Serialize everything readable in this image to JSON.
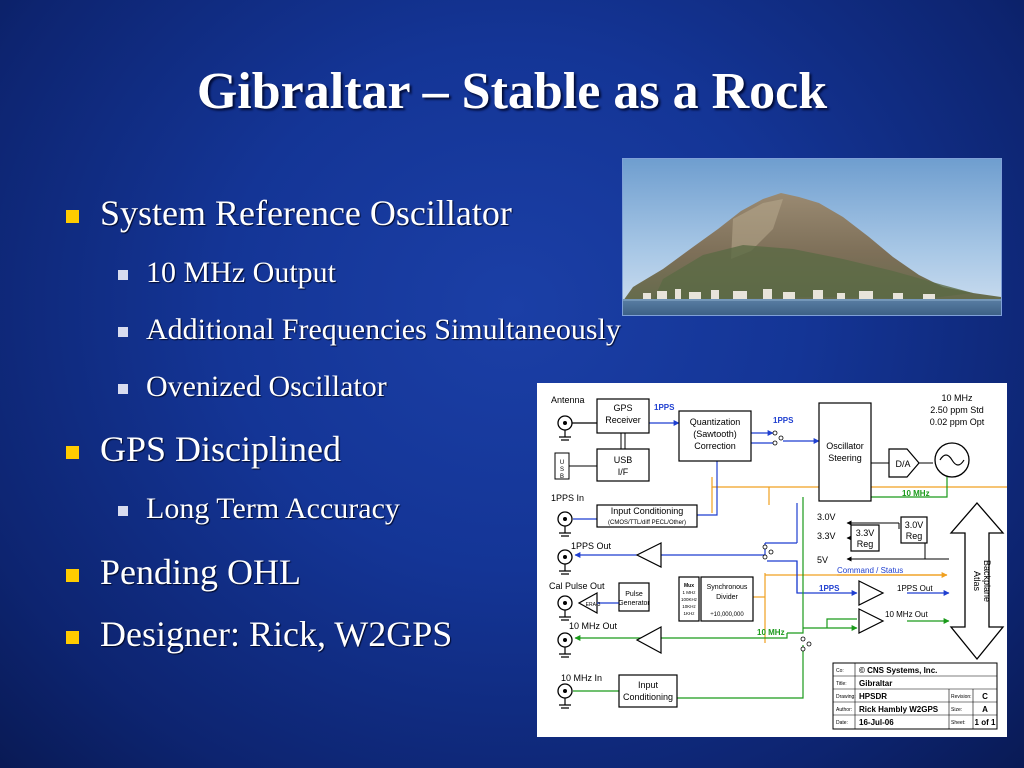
{
  "slide": {
    "title": "Gibraltar – Stable as a Rock"
  },
  "bullets": {
    "b1": "System Reference Oscillator",
    "b1_1": "10 MHz Output",
    "b1_2": "Additional Frequencies Simultaneously",
    "b1_3": "Ovenized Oscillator",
    "b2": "GPS Disciplined",
    "b2_1": "Long Term Accuracy",
    "b3": "Pending OHL",
    "b4": "Designer: Rick, W2GPS"
  },
  "colors": {
    "background": "#143596",
    "bullet_level1": "#ffcc00",
    "bullet_level2": "#d8dcef",
    "signal_1pps": "#1f3fd0",
    "signal_10mhz": "#1a9a1a",
    "signal_command": "#f0a020"
  },
  "diagram": {
    "labels": {
      "antenna": "Antenna",
      "gps": "GPS",
      "receiver": "Receiver",
      "pps1": "1PPS",
      "quant1": "Quantization",
      "quant2": "(Sawtooth)",
      "quant3": "Correction",
      "pps2": "1PPS",
      "osc1": "Oscillator",
      "osc2": "Steering",
      "da": "D/A",
      "spec1": "10 MHz",
      "spec2": "2.50 ppm Std",
      "spec3": "0.02 ppm Opt",
      "usb_side": "U S B",
      "usb": "USB",
      "if": "I/F",
      "pps_in": "1PPS In",
      "in_cond1": "Input Conditioning",
      "in_cond2": "(CMOS/TTL/diff PECL/Other)",
      "mhz10_a": "10 MHz",
      "v30a": "3.0V",
      "v33a": "3.3V",
      "reg33a": "3.3V",
      "reg33b": "Reg",
      "reg30a": "3.0V",
      "reg30b": "Reg",
      "v5": "5V",
      "pps_out": "1PPS Out",
      "cmd": "Command / Status",
      "atlas1": "Atlas",
      "atlas2": "Backplane",
      "cal_out": "Cal Pulse Out",
      "era": "ERA-3",
      "pulse1": "Pulse",
      "pulse2": "Generator",
      "mux": "Mux",
      "mux1": "1 MHz",
      "mux2": "100KHz",
      "mux3": "10KHz",
      "mux4": "1KHz",
      "sync1": "Synchronous",
      "sync2": "Divider",
      "div": "÷10,000,000",
      "pps3": "1PPS",
      "pps_out2": "1PPS Out",
      "mhz10_out_r": "10 MHz Out",
      "mhz10_out": "10 MHz Out",
      "mhz10_b": "10 MHz",
      "mhz10_in": "10 MHz In",
      "in_cond3": "Input",
      "in_cond4": "Conditioning"
    },
    "titleblock": {
      "co_label": "Co:",
      "co": "© CNS Systems, Inc.",
      "title_label": "Title:",
      "title": "Gibraltar",
      "drawing_label": "Drawing:",
      "drawing": "HPSDR",
      "revision_label": "Revision:",
      "revision": "C",
      "author_label": "Author:",
      "author": "Rick Hambly W2GPS",
      "size_label": "Size:",
      "size": "A",
      "date_label": "Date:",
      "date": "16-Jul-06",
      "sheet_label": "Sheet:",
      "sheet": "1 of 1"
    }
  }
}
